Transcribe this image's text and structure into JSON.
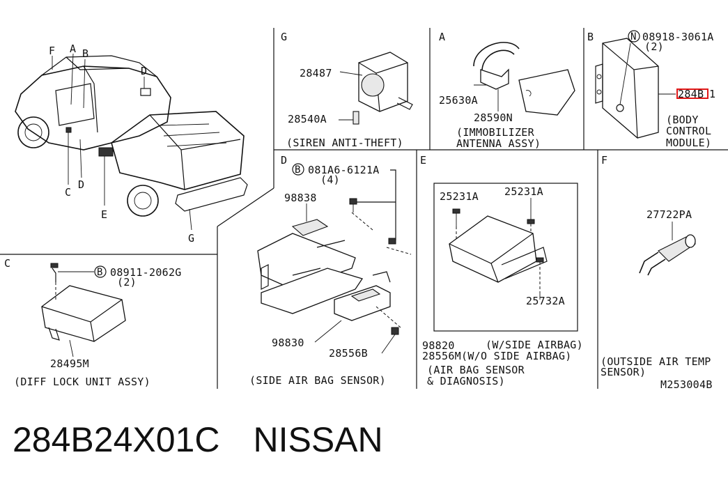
{
  "diagram": {
    "sections": {
      "truck": {
        "callouts": [
          "F",
          "A",
          "B",
          "D",
          "C",
          "D",
          "E",
          "G"
        ]
      },
      "G": {
        "letter": "G",
        "parts": [
          "28487",
          "28540A"
        ],
        "caption": "(SIREN ANTI-THEFT)"
      },
      "A": {
        "letter": "A",
        "parts": [
          "25630A",
          "28590N"
        ],
        "caption_line1": "(IMMOBILIZER",
        "caption_line2": "ANTENNA ASSY)"
      },
      "B": {
        "letter": "B",
        "bolt_symbol": "N",
        "bolt_part": "08918-3061A",
        "bolt_qty": "(2)",
        "part_highlight": "284B",
        "part_suffix": "1",
        "caption_line1": "(BODY",
        "caption_line2": "CONTROL",
        "caption_line3": "MODULE)"
      },
      "C": {
        "letter": "C",
        "bolt_symbol": "B",
        "bolt_part": "08911-2062G",
        "bolt_qty": "(2)",
        "part": "28495M",
        "caption": "(DIFF LOCK UNIT ASSY)"
      },
      "D": {
        "letter": "D",
        "bolt_symbol": "B",
        "bolt_part": "081A6-6121A",
        "bolt_qty": "(4)",
        "parts": [
          "98838",
          "98830",
          "28556B"
        ],
        "caption": "(SIDE AIR BAG SENSOR)"
      },
      "E": {
        "letter": "E",
        "parts": [
          "25231A",
          "25231A",
          "25732A"
        ],
        "line1_part": "98820",
        "line1_note": "(W/SIDE AIRBAG)",
        "line2": "28556M(W/O SIDE AIRBAG)",
        "caption_line1": "(AIR BAG SENSOR",
        "caption_line2": "& DIAGNOSIS)"
      },
      "F": {
        "letter": "F",
        "part": "27722PA",
        "caption_line1": "(OUTSIDE AIR TEMP",
        "caption_line2": "SENSOR)",
        "ref": "M253004B"
      }
    }
  },
  "footer": {
    "part_number": "284B24X01C",
    "brand": "NISSAN"
  },
  "colors": {
    "highlight": "#e01818",
    "line": "#111111",
    "background": "#ffffff"
  }
}
